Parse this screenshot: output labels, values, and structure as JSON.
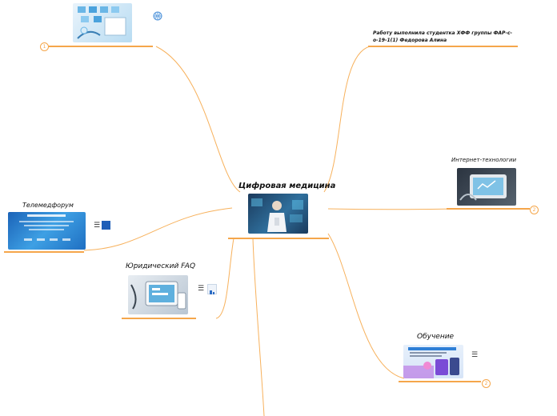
{
  "central": {
    "title": "Цифровая медицина",
    "image_icon": "doctor-digital-screen-image"
  },
  "branches": {
    "top_left": {
      "label": "",
      "badge": "1",
      "image_icon": "medical-tablet-icons-image",
      "extra_icon": "world-globe-icon"
    },
    "author": {
      "text_line1": "Работу выполнила студентка ХФФ группы ФАР-с-",
      "text_line2": "о-19-1(1) Федорова Алина"
    },
    "internet": {
      "label": "Интернет-технологии",
      "badge": "2",
      "image_icon": "medical-tablet-stethoscope-image"
    },
    "telemed": {
      "label": "Телемедфорум",
      "image_icon": "telemedforum-banner-image",
      "note_icon": "notes-icon",
      "extra_icon": "blue-square-icon"
    },
    "legal": {
      "label": "Юридический FAQ",
      "image_icon": "medical-tablet-stethoscope-image",
      "note_icon": "notes-icon",
      "extra_icon": "doc-attachment-icon"
    },
    "study": {
      "label": "Обучение",
      "badge": "2",
      "image_icon": "telemedicine-course-banner-image",
      "note_icon": "notes-icon"
    }
  },
  "colors": {
    "connector": "#f5a64b",
    "background": "#ffffff"
  }
}
